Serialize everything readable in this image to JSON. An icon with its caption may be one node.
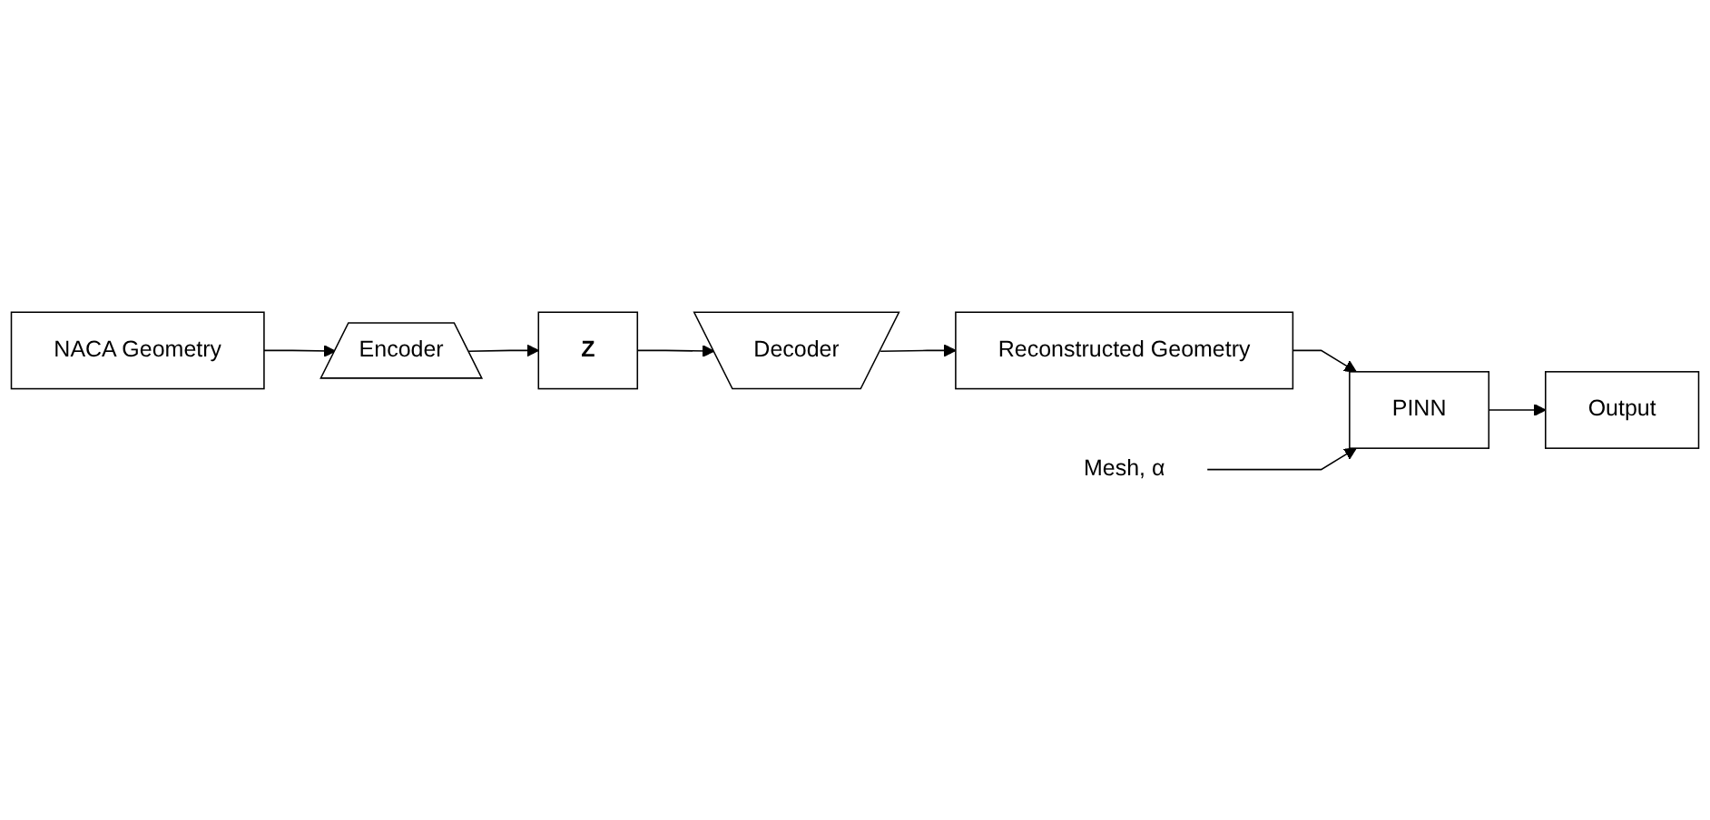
{
  "diagram": {
    "nodes": [
      {
        "text": [
          "NACA Geometry"
        ]
      },
      {
        "text": [
          "Encoder"
        ]
      },
      {
        "text": [
          "Z"
        ]
      },
      {
        "text": [
          "Decoder"
        ]
      },
      {
        "text": [
          "Reconstructed Geometry"
        ]
      },
      {
        "text": [
          "Mesh, α"
        ]
      },
      {
        "text": [
          "PINN"
        ]
      },
      {
        "text": [
          "Output"
        ]
      }
    ],
    "edges": [
      {
        "from": 0,
        "to": 1,
        "arrow": "to"
      },
      {
        "from": 1,
        "to": 2,
        "arrow": "to"
      },
      {
        "from": 2,
        "to": 3,
        "arrow": "to"
      },
      {
        "from": 3,
        "to": 4,
        "arrow": "to"
      },
      {
        "from": 4,
        "to": 6,
        "arrow": "to"
      },
      {
        "from": 5,
        "to": 6,
        "arrow": "to"
      },
      {
        "from": 6,
        "to": 7,
        "arrow": "to"
      }
    ]
  }
}
